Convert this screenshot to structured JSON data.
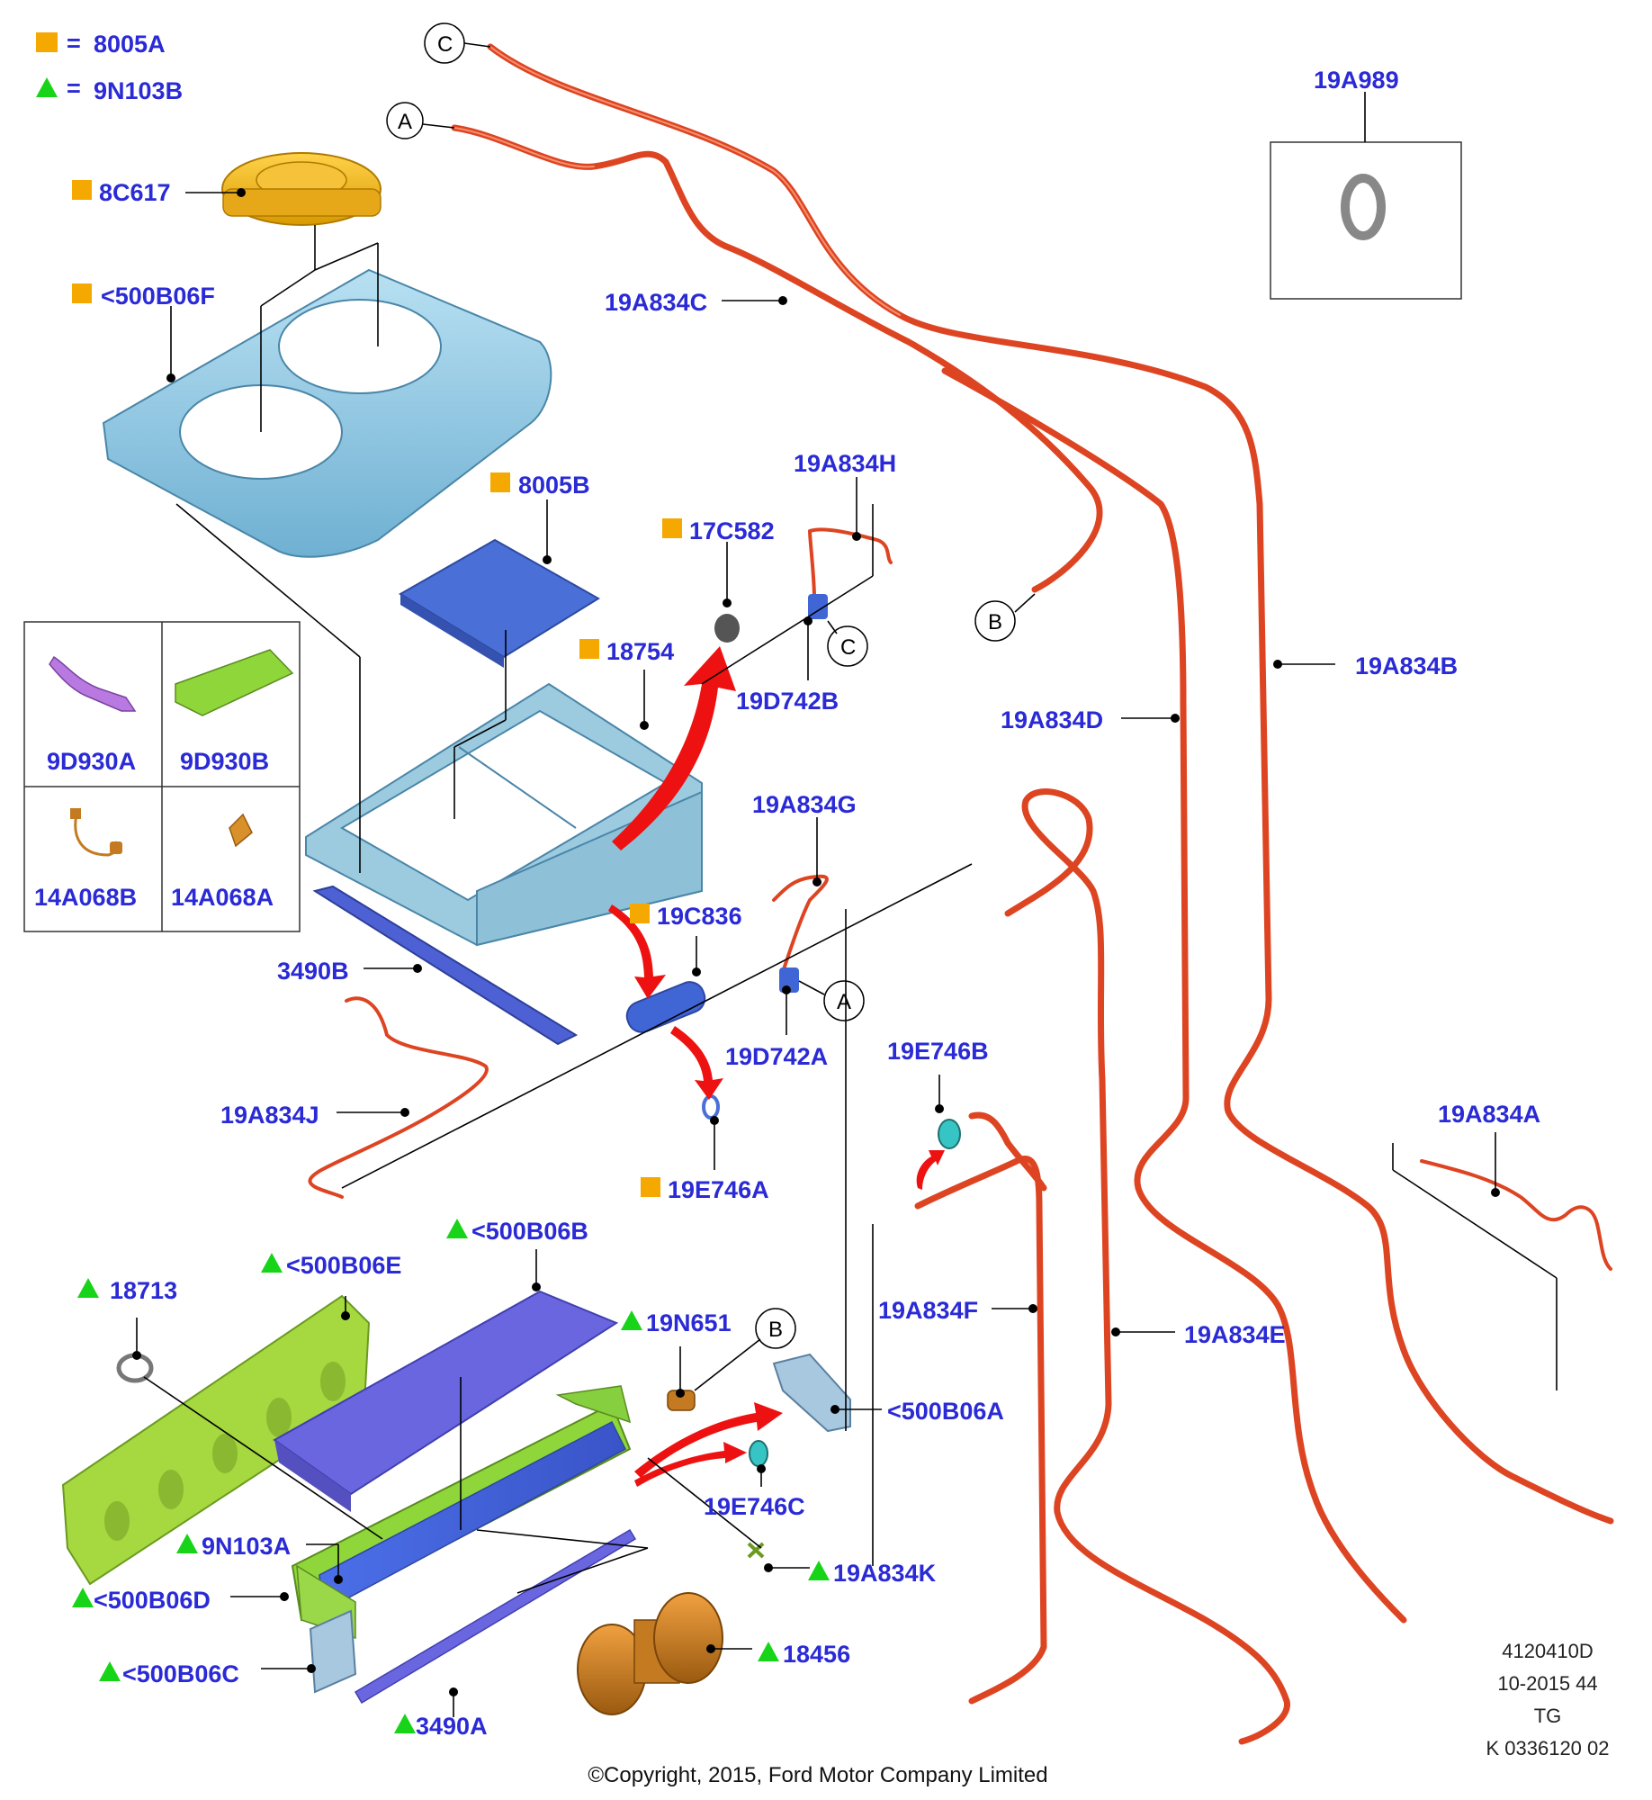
{
  "legend": {
    "orange_code": "8005A",
    "green_code": "9N103B",
    "equals": "="
  },
  "callouts": {
    "a": "A",
    "b": "B",
    "c": "C"
  },
  "parts": {
    "p_8C617": "8C617",
    "p_500B06F": "<500B06F",
    "p_8005B": "8005B",
    "p_17C582": "17C582",
    "p_19A834H": "19A834H",
    "p_19A834C": "19A834C",
    "p_19A989": "19A989",
    "p_18754": "18754",
    "p_19D742B": "19D742B",
    "p_19A834D": "19A834D",
    "p_19A834B": "19A834B",
    "p_19A834G": "19A834G",
    "p_19C836": "19C836",
    "p_3490B": "3490B",
    "p_19D742A": "19D742A",
    "p_19E746B": "19E746B",
    "p_19A834J": "19A834J",
    "p_19E746A": "19E746A",
    "p_19A834A": "19A834A",
    "p_500B06B": "<500B06B",
    "p_500B06E": "<500B06E",
    "p_18713": "18713",
    "p_19N651": "19N651",
    "p_19A834F": "19A834F",
    "p_19A834E": "19A834E",
    "p_500B06A": "<500B06A",
    "p_19E746C": "19E746C",
    "p_9N103A": "9N103A",
    "p_19A834K": "19A834K",
    "p_500B06D": "<500B06D",
    "p_18456": "18456",
    "p_500B06C": "<500B06C",
    "p_3490A": "3490A"
  },
  "inset_grid": {
    "cells": [
      "9D930A",
      "9D930B",
      "14A068B",
      "14A068A"
    ]
  },
  "drawing_info": {
    "line1": "4120410D",
    "line2": "10-2015 44",
    "line3": "TG",
    "line4": "K 0336120 02"
  },
  "copyright": "©Copyright, 2015, Ford Motor Company Limited",
  "colors": {
    "label_blue": "#2a2ad6",
    "marker_orange": "#f5a800",
    "marker_green": "#18d418",
    "hose_red": "#dd4422",
    "arrow_red": "#ee1111",
    "housing_blue": "#8cc4e0",
    "filter_blue": "#4a6fd6",
    "core_green": "#8ed63a"
  }
}
